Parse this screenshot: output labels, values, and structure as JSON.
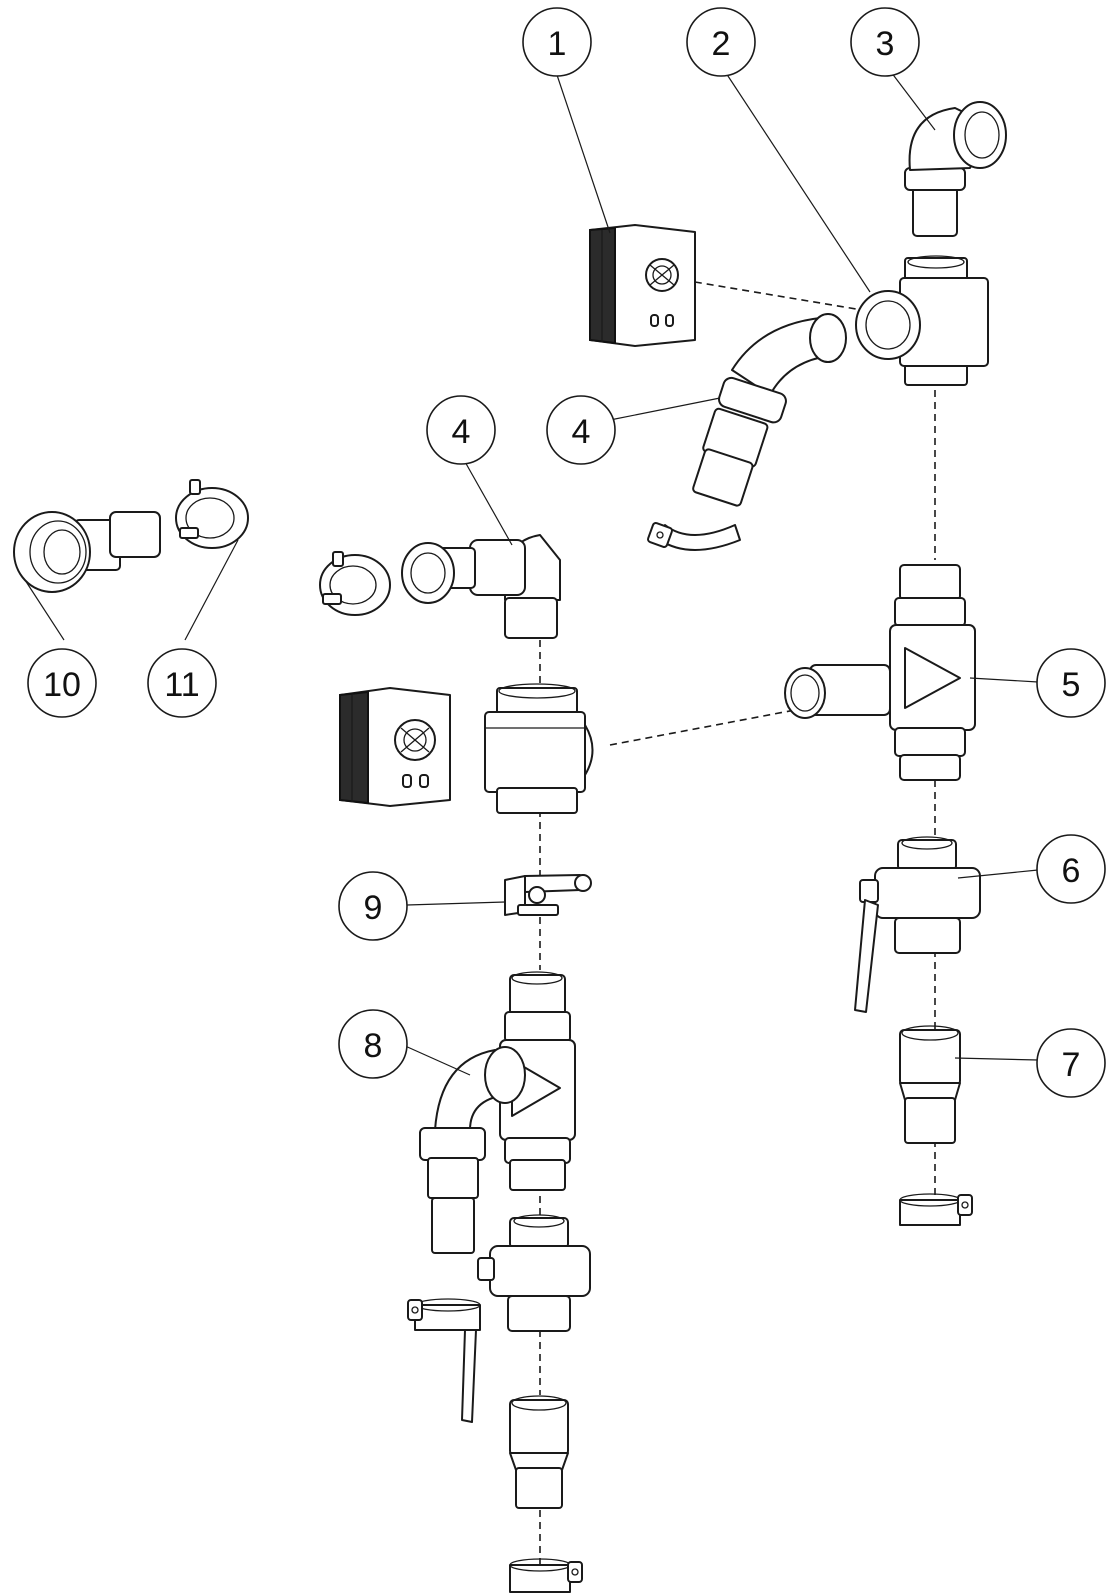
{
  "callouts": [
    {
      "id": "c1",
      "label": "1"
    },
    {
      "id": "c2",
      "label": "2"
    },
    {
      "id": "c3",
      "label": "3"
    },
    {
      "id": "c4a",
      "label": "4"
    },
    {
      "id": "c4b",
      "label": "4"
    },
    {
      "id": "c5",
      "label": "5"
    },
    {
      "id": "c6",
      "label": "6"
    },
    {
      "id": "c7",
      "label": "7"
    },
    {
      "id": "c8",
      "label": "8"
    },
    {
      "id": "c9",
      "label": "9"
    },
    {
      "id": "c10",
      "label": "10"
    },
    {
      "id": "c11",
      "label": "11"
    }
  ],
  "icons": [
    "actuator-icon",
    "tee-fitting-icon",
    "elbow-fitting-icon",
    "ball-valve-icon",
    "pipe-clamp-icon",
    "hose-connector-icon"
  ],
  "colors": {
    "line": "#1a1a1a",
    "background": "#ffffff",
    "actuator_face": "#2b2b2b"
  }
}
